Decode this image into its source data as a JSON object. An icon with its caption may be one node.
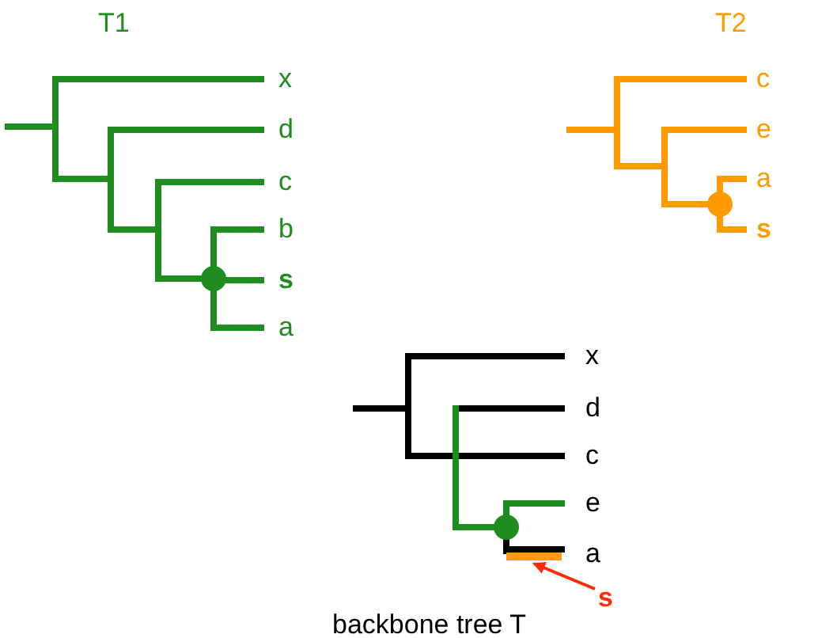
{
  "diagram": {
    "nodes": [
      {
        "text": [
          "s"
        ]
      },
      {
        "text": [],
        "shape": "bar"
      }
    ],
    "edges": [
      {
        "from": 0,
        "to": 1,
        "arrow": "to"
      }
    ],
    "labels": [
      "T1",
      "x",
      "d",
      "c",
      "b",
      "s",
      "a",
      "T2",
      "c",
      "e",
      "a",
      "s",
      "x",
      "d",
      "c",
      "e",
      "a",
      "backbone tree T"
    ]
  }
}
